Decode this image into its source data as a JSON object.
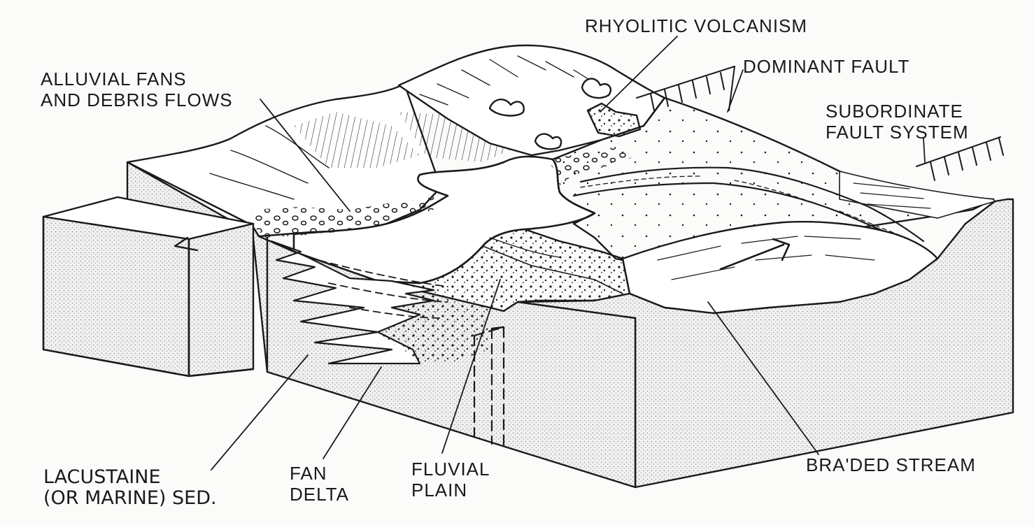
{
  "labels": {
    "alluvial_fans_line1": "ALLUVIAL FANS",
    "alluvial_fans_line2": "AND DEBRIS FLOWS",
    "rhyolitic_volcanism": "RHYOLITIC VOLCANISM",
    "dominant_fault": "DOMINANT FAULT",
    "subordinate_fault_line1": "SUBORDINATE",
    "subordinate_fault_line2": "FAULT SYSTEM",
    "lacustrine_line1": "LACUSTAINE",
    "lacustrine_line2": "(OR MARINE) SED.",
    "fan_delta_line1": "FAN",
    "fan_delta_line2": "DELTA",
    "fluvial_plain_line1": "FLUVIAL",
    "fluvial_plain_line2": "PLAIN",
    "braided_stream": "BRA'DED STREAM"
  },
  "colors": {
    "ink": "#1a1a1a",
    "paper": "#fbfbfa",
    "stipple": "#b9b9b9"
  }
}
